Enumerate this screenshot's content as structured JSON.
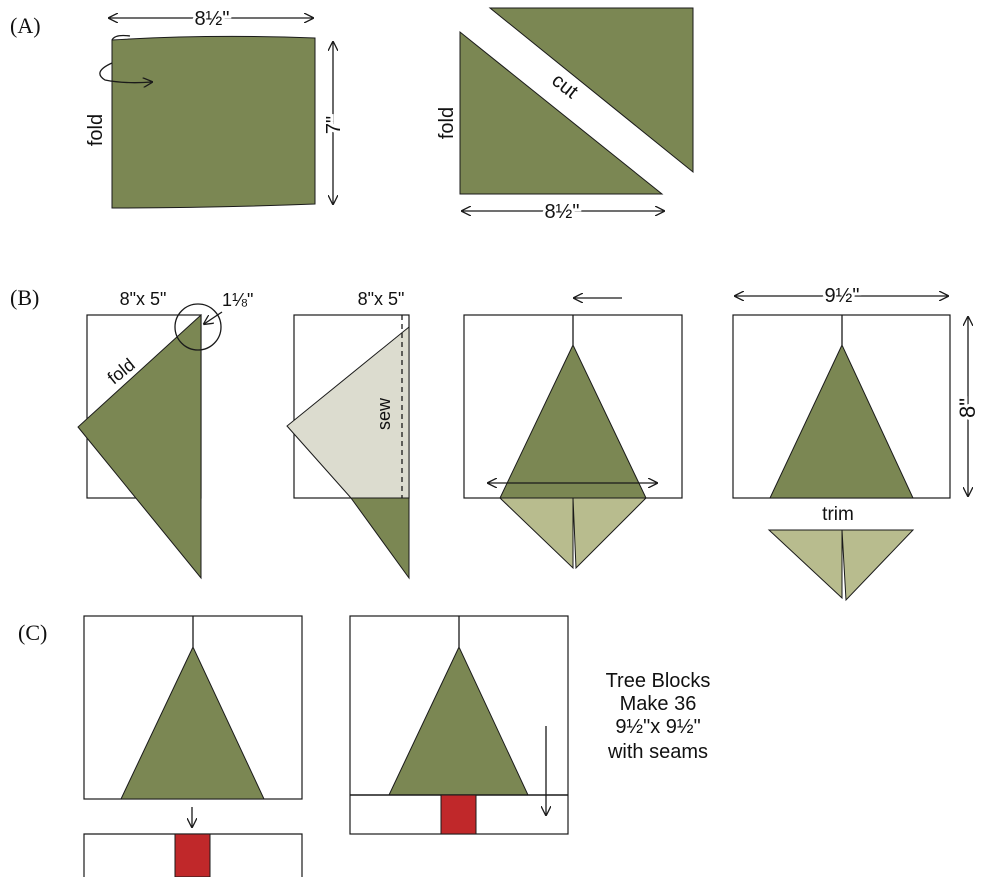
{
  "colors": {
    "tree_green": "#7b8753",
    "light_green": "#b8bc8e",
    "muslin": "#dcdccf",
    "trunk_red": "#c0282a",
    "line": "#1a1a1a"
  },
  "sections": {
    "a": "(A)",
    "b": "(B)",
    "c": "(C)"
  },
  "labels": {
    "a_width": "8½\"",
    "a_height": "7\"",
    "a_fold": "fold",
    "a_fold2": "fold",
    "a_cut": "cut",
    "a_width2": "8½\"",
    "b_size1": "8\"x 5\"",
    "b_circle": "1⅛\"",
    "b_fold": "fold",
    "b_size2": "8\"x 5\"",
    "b_sew": "sew",
    "b_width": "9½\"",
    "b_height": "8\"",
    "b_trim": "trim",
    "c_note": [
      "Tree Blocks",
      "Make 36",
      "9½\"x 9½\"",
      "with seams"
    ]
  }
}
